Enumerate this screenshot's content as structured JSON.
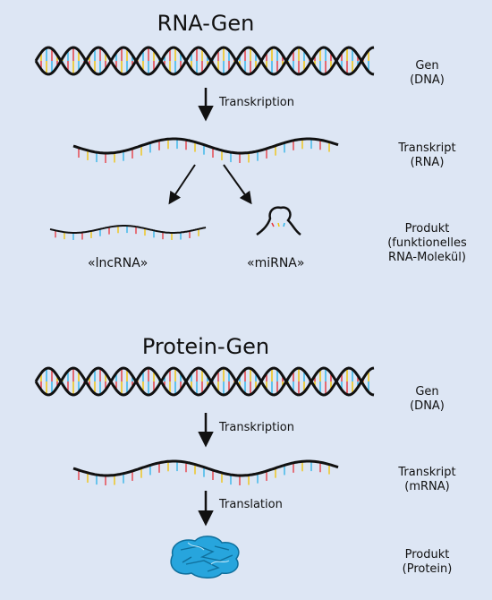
{
  "colors": {
    "background": "#dde6f4",
    "strand": "#111111",
    "base_red": "#e8343a",
    "base_yellow": "#f2c200",
    "base_cyan": "#2bb3e8",
    "protein_blue": "#27a5dd"
  },
  "rna_section": {
    "title": "RNA-Gen",
    "gene_label_1": "Gen",
    "gene_label_2": "(DNA)",
    "transcription_label": "Transkription",
    "transcript_label_1": "Transkript",
    "transcript_label_2": "(RNA)",
    "product_label_1": "Produkt",
    "product_label_2": "(funktionelles",
    "product_label_3": "RNA-Molekül)",
    "lncrna_label": "«lncRNA»",
    "mirna_label": "«miRNA»"
  },
  "protein_section": {
    "title": "Protein-Gen",
    "gene_label_1": "Gen",
    "gene_label_2": "(DNA)",
    "transcription_label": "Transkription",
    "transcript_label_1": "Transkript",
    "transcript_label_2": "(mRNA)",
    "translation_label": "Translation",
    "product_label_1": "Produkt",
    "product_label_2": "(Protein)"
  }
}
